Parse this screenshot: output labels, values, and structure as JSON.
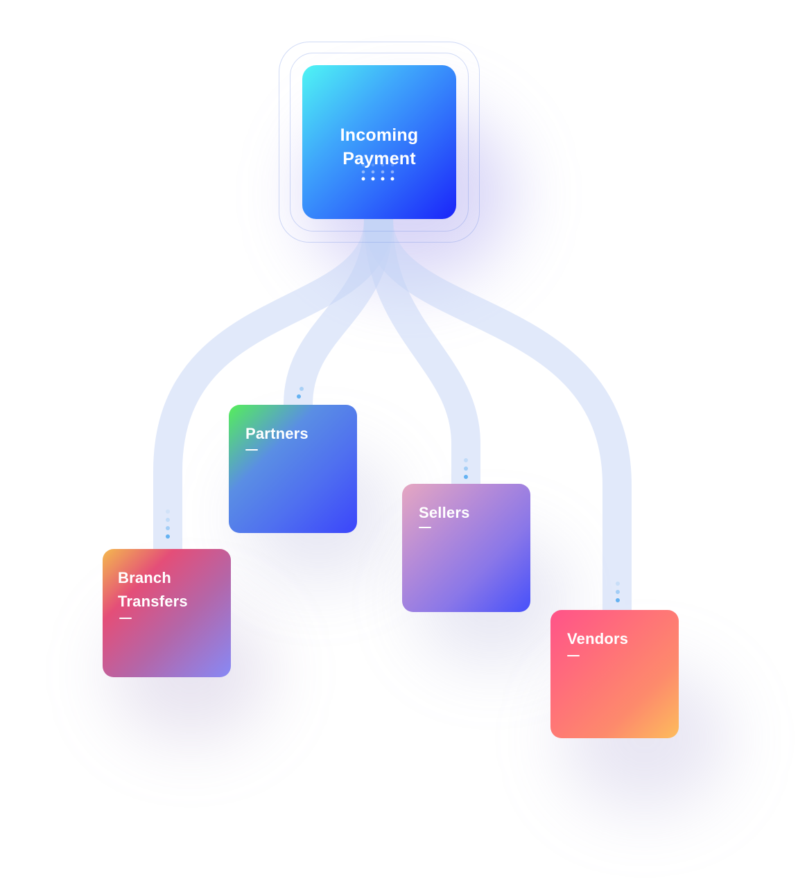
{
  "hub": {
    "label_line1": "Incoming",
    "label_line2": "Payment"
  },
  "destinations": [
    {
      "line1": "Partners",
      "line2": ""
    },
    {
      "line1": "Sellers",
      "line2": ""
    },
    {
      "line1": "Branch",
      "line2": "Transfers"
    },
    {
      "line1": "Vendors",
      "line2": ""
    }
  ],
  "colors": {
    "hub": [
      "#4ff5f4",
      "#1a24f9"
    ],
    "partners": [
      "#55ef59",
      "#3b45fb"
    ],
    "sellers": [
      "#e6a7c1",
      "#4650fa"
    ],
    "branch_transfers": [
      "#f4b94e",
      "#8789f6"
    ],
    "vendors": [
      "#ff5389",
      "#fdbc5c"
    ],
    "connector": "#c8d7f7",
    "flow_dot": "#64b2f2"
  }
}
